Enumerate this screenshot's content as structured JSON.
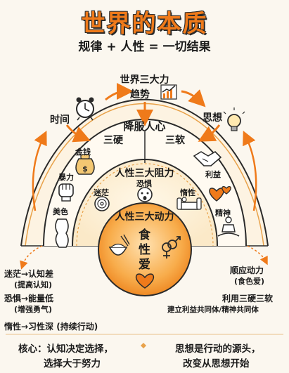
{
  "title": "世界的本质",
  "subtitle": "规律 + 人性 = 一切结果",
  "outer_ring": {
    "title": "世界三大力",
    "time": "时间",
    "trend": "趋势",
    "thought": "思想"
  },
  "middle_ring": {
    "title": "降服人心",
    "left": "三硬",
    "right": "三软",
    "money": "金钱",
    "violence": "暴力",
    "beauty": "美色",
    "benefit": "利益",
    "emotion": "情感",
    "spirit": "精神"
  },
  "inner_ring": {
    "title": "人性三大阻力",
    "fear": "恐惧",
    "confusion": "迷茫",
    "laziness": "惰性"
  },
  "core": {
    "title": "人性三大动力",
    "food": "食",
    "sex": "性",
    "love": "爱"
  },
  "left_notes": {
    "n1": "迷茫→认知差",
    "n1_sub": "(提高认知)",
    "n2": "恐惧→能量低",
    "n2_sub": "(增强勇气)",
    "n3": "惰性→习性深 (持续行动)"
  },
  "right_notes": {
    "n1": "顺应动力",
    "n1_sub": "(食色爱)",
    "n2": "利用三硬三软",
    "n2_sub": "建立利益共同体/精神共同体"
  },
  "bottom": {
    "left_line1": "核心：认知决定选择，",
    "left_line2": "选择大于努力",
    "right_line1": "思想是行动的源头，",
    "right_line2": "改变从思想开始"
  },
  "colors": {
    "accent": "#ef7a1a",
    "core_fill": "#f6a23f",
    "ring_line": "#d98a2c",
    "background": "#fbf7ef"
  }
}
